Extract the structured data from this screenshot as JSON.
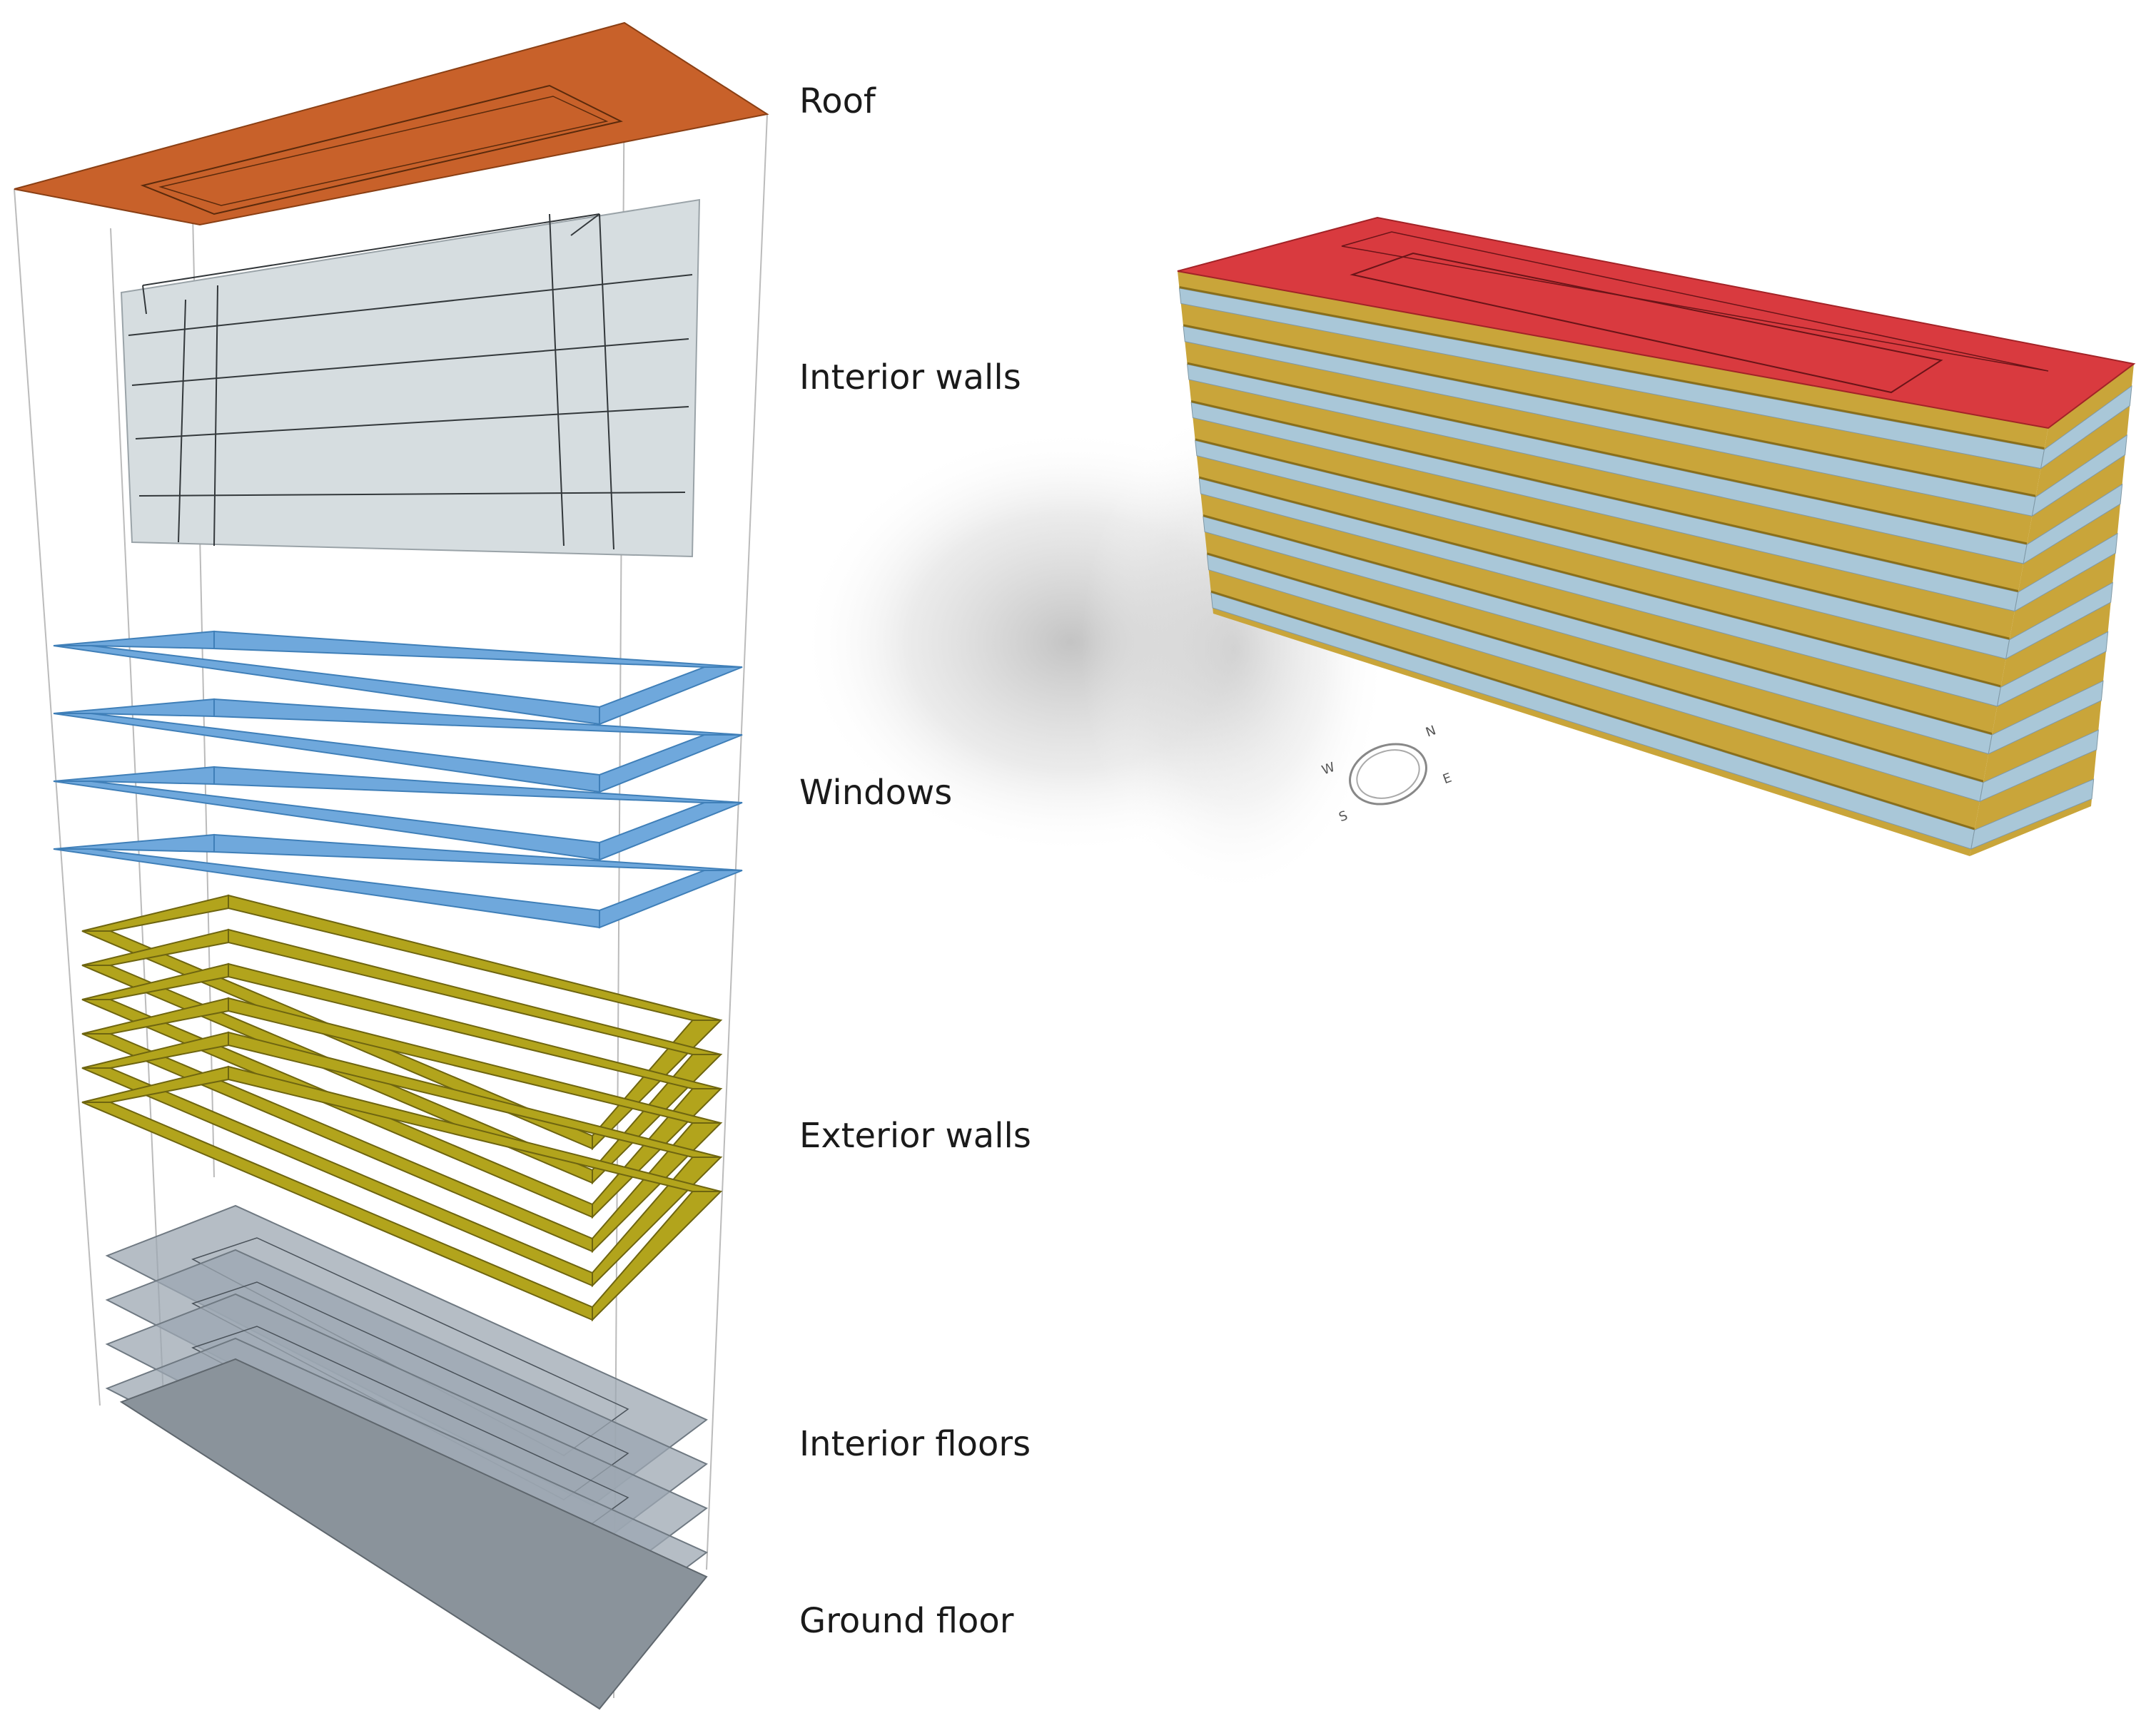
{
  "labels": {
    "roof": "Roof",
    "interior_walls": "Interior walls",
    "windows": "Windows",
    "exterior_walls": "Exterior walls",
    "interior_floors": "Interior floors",
    "ground_floor": "Ground floor"
  },
  "compass": {
    "n": "N",
    "e": "E",
    "s": "S",
    "w": "W"
  },
  "colors": {
    "roof_exploded": "#c8612a",
    "roof_model": "#d93a3f",
    "interior_walls": "#d6dde0",
    "windows": "#6fa8dc",
    "exterior_walls": "#b2a41c",
    "model_walls": "#c9a53a",
    "model_glass": "#a9c7d8",
    "floors": "#9ca7b2",
    "ground": "#8a939b"
  }
}
